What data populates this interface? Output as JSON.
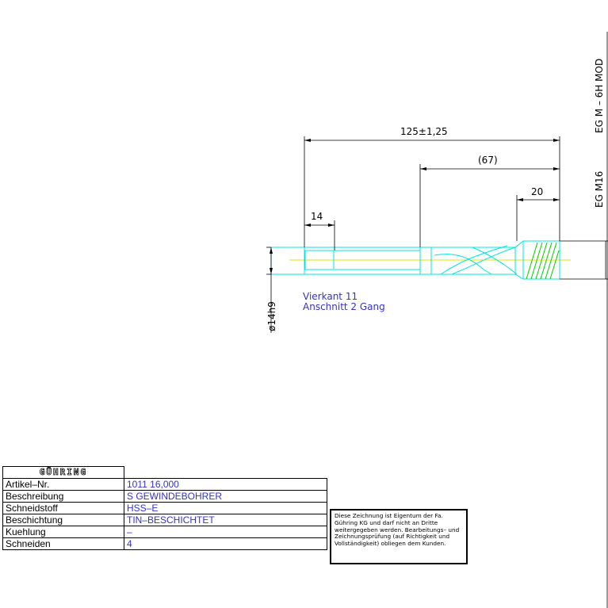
{
  "dimensions": {
    "overall_length": "125±1,25",
    "flute_length": "(67)",
    "thread_length": "20",
    "square_length": "14",
    "shank_diameter": "ø14h9"
  },
  "notes": {
    "line1": "Vierkant 11",
    "line2": "Anschnitt 2 Gang"
  },
  "side_labels": {
    "thread_tolerance": "EG M – 6H MOD",
    "thread_size": "EG M16"
  },
  "title_block": {
    "logo": "GÜHRING",
    "rows": [
      {
        "label": "Artikel–Nr.",
        "value": "1011 16,000"
      },
      {
        "label": "Beschreibung",
        "value": "S GEWINDEBOHRER"
      },
      {
        "label": "Schneidstoff",
        "value": "HSS–E"
      },
      {
        "label": "Beschichtung",
        "value": "TIN–BESCHICHTET"
      },
      {
        "label": "Kuehlung",
        "value": "–"
      },
      {
        "label": "Schneiden",
        "value": "4"
      }
    ]
  },
  "disclaimer": "Diese Zeichnung ist Eigentum der Fa. Gühring KG und darf nicht an Dritte weitergegeben werden. Bearbeitungs– und Zeichnungsprüfung (auf Richtigkeit und Vollständigkeit) obliegen dem Kunden.",
  "colors": {
    "outline": "#00e5e5",
    "thread": "#00cc00",
    "centerline": "#e6e600",
    "note_text": "#3333cc",
    "dimension": "#000000"
  }
}
